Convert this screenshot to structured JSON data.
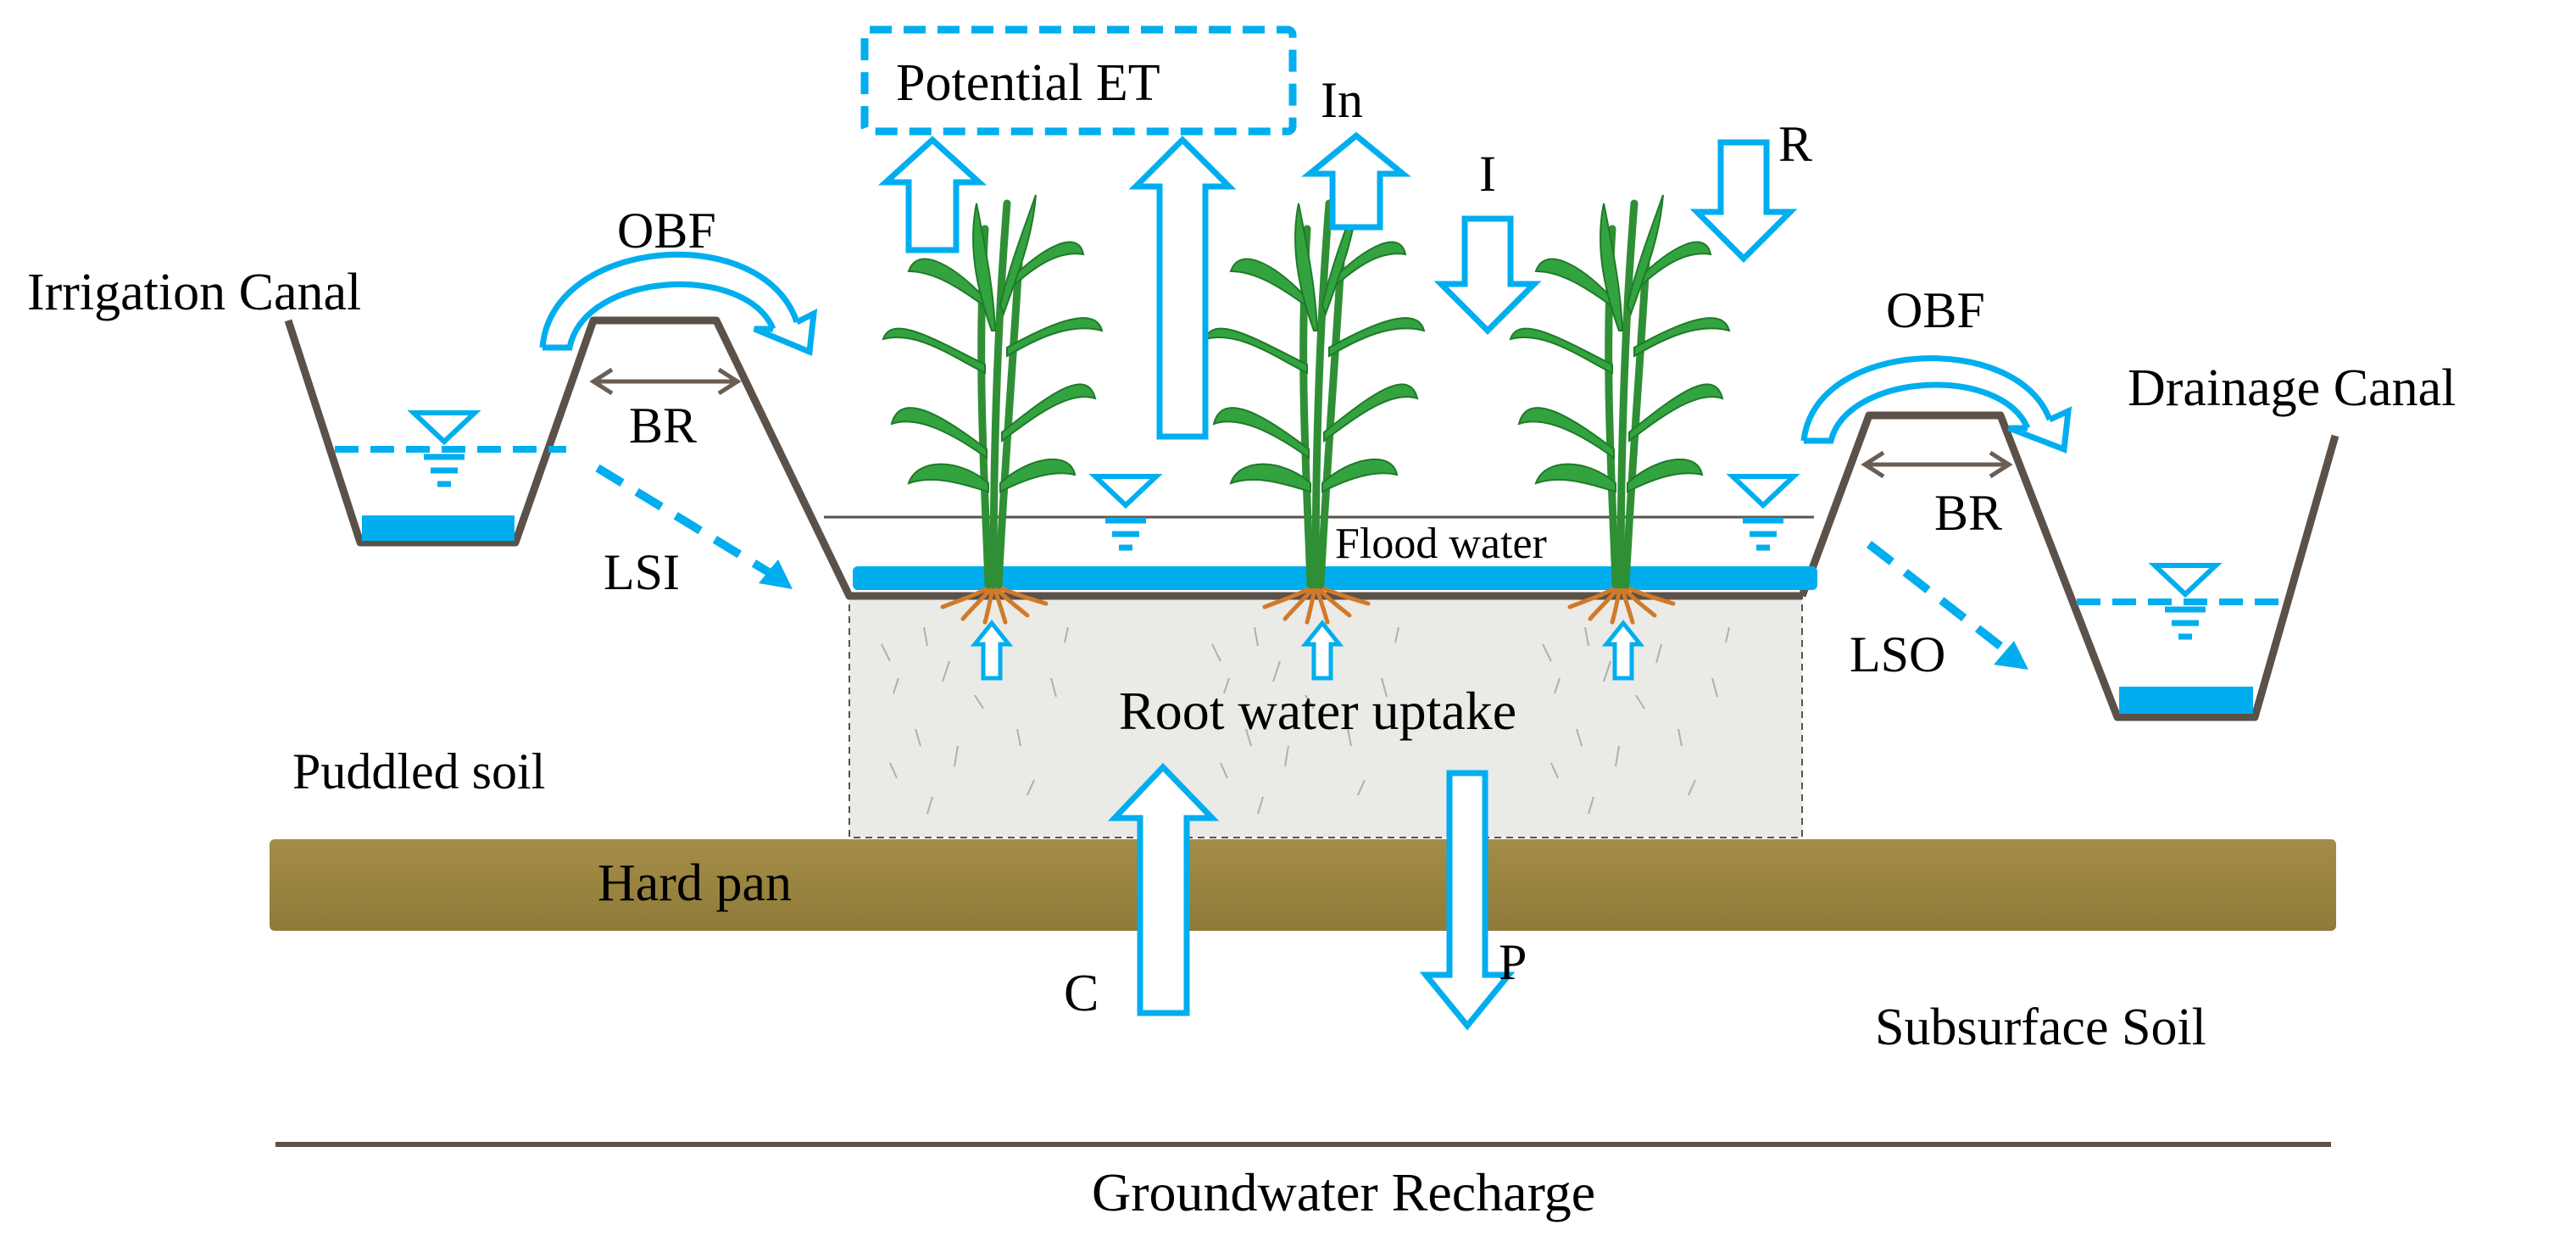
{
  "labels": {
    "potential_et": "Potential ET",
    "in": "In",
    "i": "I",
    "r": "R",
    "obf_left": "OBF",
    "obf_right": "OBF",
    "irrigation_canal": "Irrigation Canal",
    "drainage_canal": "Drainage Canal",
    "br_left": "BR",
    "br_right": "BR",
    "lsi": "LSI",
    "lso": "LSO",
    "flood_water": "Flood water",
    "root_water_uptake": "Root water uptake",
    "puddled_soil": "Puddled soil",
    "hard_pan": "Hard pan",
    "c": "C",
    "p": "P",
    "subsurface_soil": "Subsurface Soil",
    "groundwater_recharge": "Groundwater Recharge"
  },
  "colors": {
    "water": "#00aeef",
    "hardpan": "#9c8540",
    "bund": "#5b5148",
    "root_zone": "#eaeae6",
    "leaf": "#2e9b3a",
    "root": "#d07a2a",
    "ground_line": "#5b5148"
  },
  "icons": [
    "water-level-icon",
    "rice-plant-icon"
  ]
}
